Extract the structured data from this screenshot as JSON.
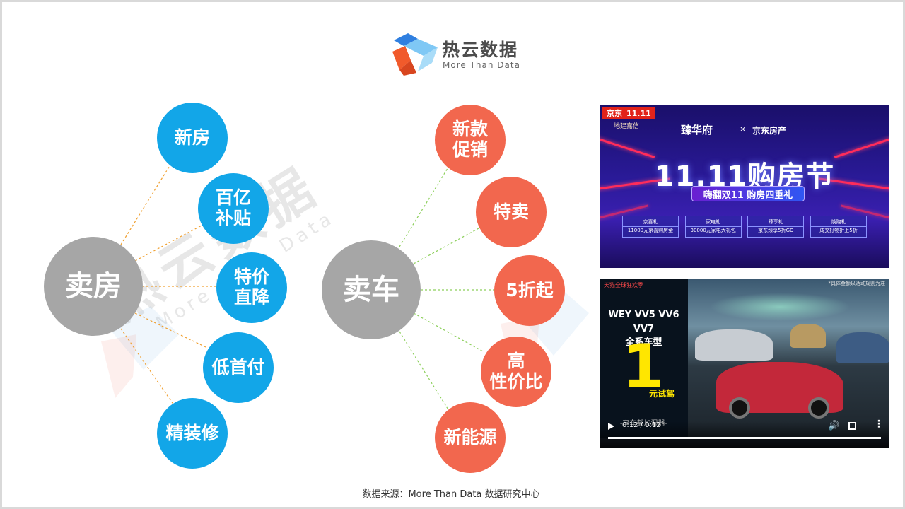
{
  "logo": {
    "name_cn": "热云数据",
    "name_en": "More Than Data"
  },
  "watermark": {
    "cn": "热云数据",
    "en": "More Than Data"
  },
  "house": {
    "hub": "卖房",
    "items": [
      "新房",
      "百亿\n补贴",
      "特价\n直降",
      "低首付",
      "精装修"
    ]
  },
  "car": {
    "hub": "卖车",
    "items": [
      "新款\n促销",
      "特卖",
      "5折起",
      "高\n性价比",
      "新能源"
    ]
  },
  "banner": {
    "platform": "京东",
    "event_tag": "11.11",
    "developer": "地建嘉信",
    "brand": "臻华府",
    "x": "×",
    "partner": "京东房产",
    "title": "11.11购房节",
    "slogan": "嗨翻双11 购房四重礼",
    "gifts": [
      {
        "title": "京喜礼",
        "desc": "11000元京喜购房金"
      },
      {
        "title": "家电礼",
        "desc": "30000元家电大礼包"
      },
      {
        "title": "臻享礼",
        "desc": "京东臻享5折GO"
      },
      {
        "title": "焕购礼",
        "desc": "成交好物折上5折"
      }
    ]
  },
  "video": {
    "tag": "天猫全球狂欢季",
    "note": "*具体金额以活动规则为准",
    "models": "WEY VV5 VV6 VV7\n全系车型",
    "big_number": "1",
    "unit": "元试驾",
    "caption": "-享车载加湿器-",
    "time": "0:12 / 0:12",
    "volume_icon": "🔊",
    "more_icon": "⋮"
  },
  "footer": {
    "source": "数据来源：More Than Data 数据研究中心"
  },
  "colors": {
    "blue": "#12a6e8",
    "red": "#f2674e",
    "hub": "#a6a6a6",
    "line_orange": "#f0a030",
    "line_green": "#8ccf5a"
  }
}
